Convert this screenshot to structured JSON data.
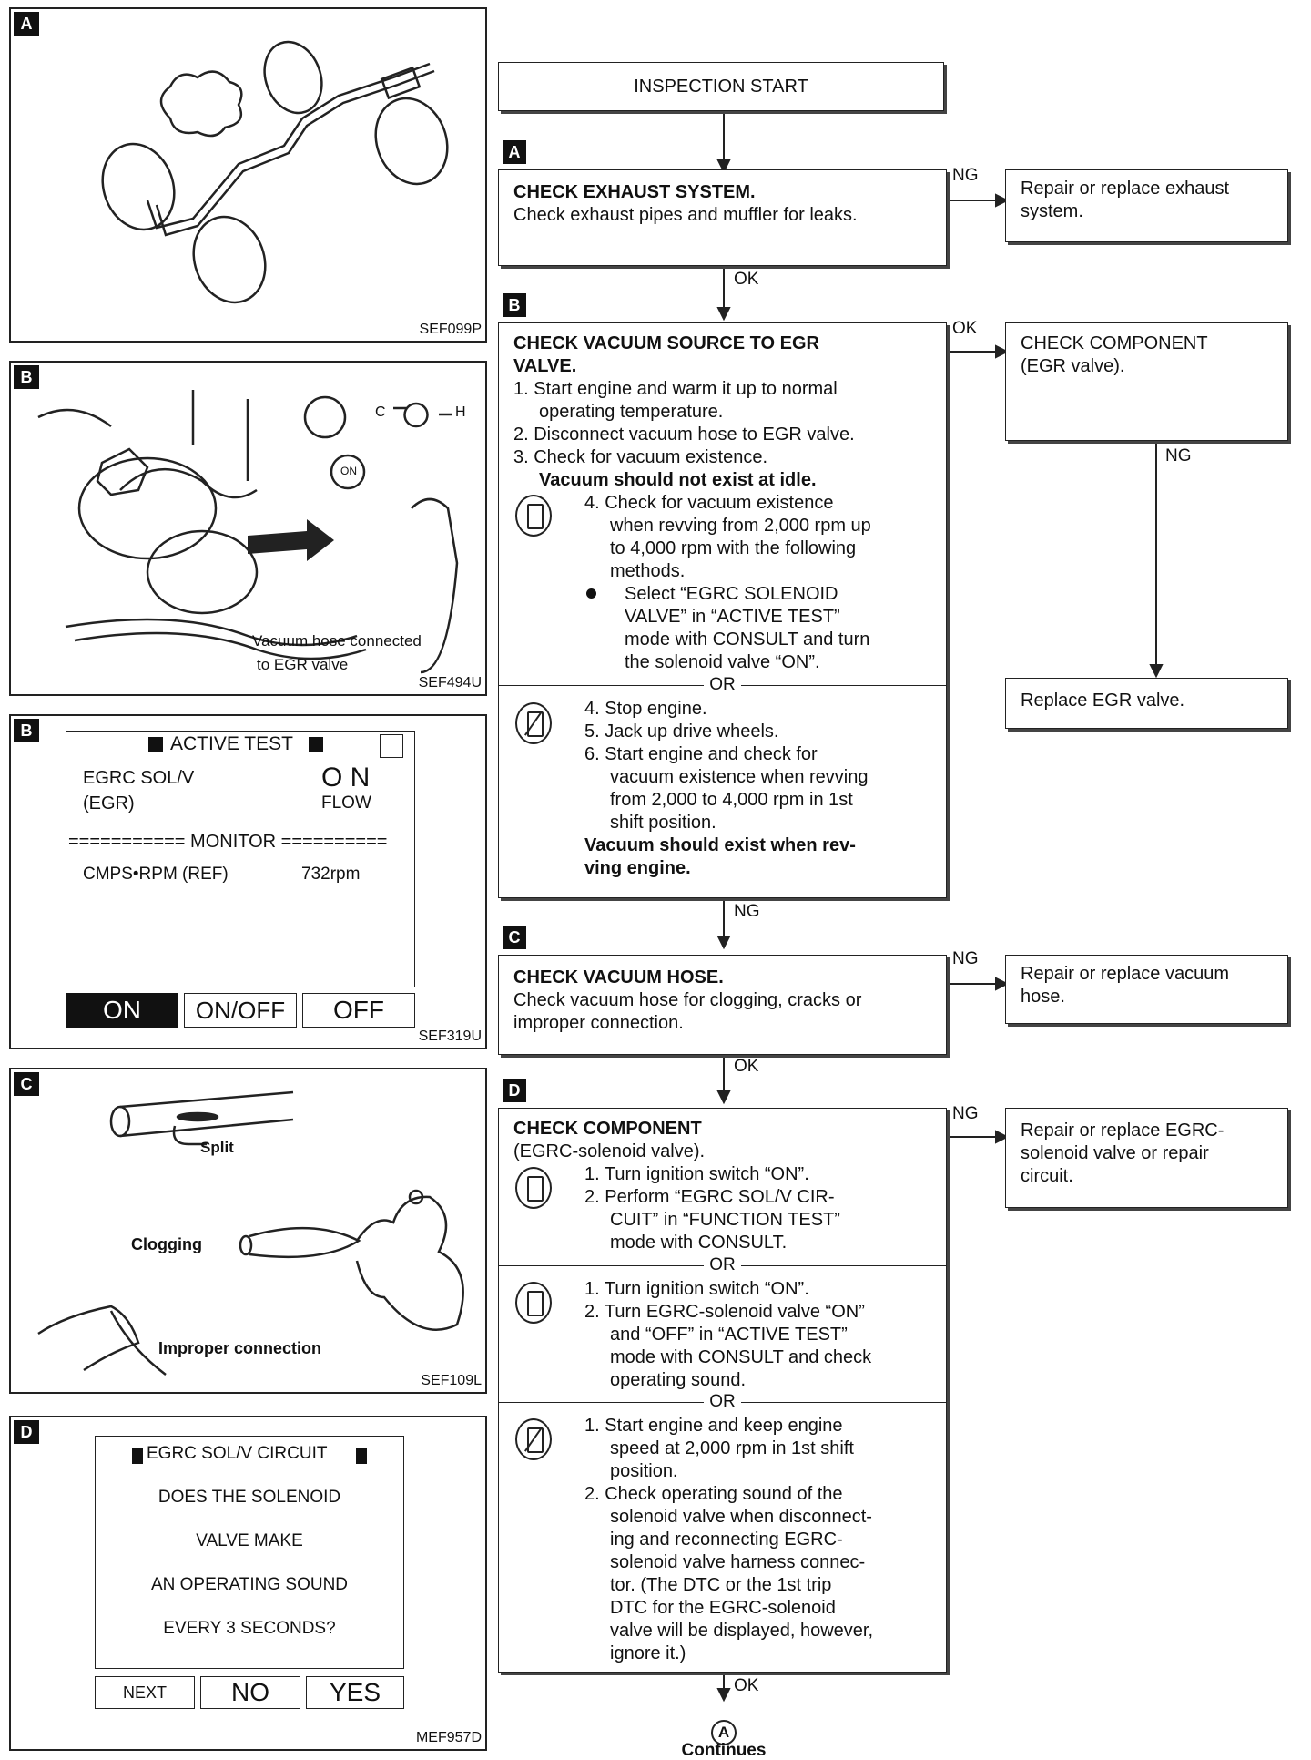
{
  "figures": {
    "a": {
      "tag": "A",
      "code": "SEF099P"
    },
    "b1": {
      "tag": "B",
      "code": "SEF494U",
      "caption_line1": "Vacuum hose connected",
      "caption_line2": "to EGR valve",
      "gauge_c": "C",
      "gauge_h": "H",
      "on_label": "ON"
    },
    "b2": {
      "tag": "B",
      "code": "SEF319U",
      "screen_title": "ACTIVE TEST",
      "item_name": "EGRC SOL/V",
      "item_sub": "(EGR)",
      "item_value": "O N",
      "item_value_sub": "FLOW",
      "monitor": "=========== MONITOR ==========",
      "mon_name": "CMPS•RPM (REF)",
      "mon_value": "732rpm",
      "btn_on": "ON",
      "btn_onoff": "ON/OFF",
      "btn_off": "OFF"
    },
    "c": {
      "tag": "C",
      "code": "SEF109L",
      "split": "Split",
      "clogging": "Clogging",
      "improper": "Improper connection"
    },
    "d": {
      "tag": "D",
      "code": "MEF957D",
      "screen_title": "EGRC SOL/V CIRCUIT",
      "line1": "DOES THE SOLENOID",
      "line2": "VALVE MAKE",
      "line3": "AN OPERATING SOUND",
      "line4": "EVERY 3 SECONDS?",
      "btn_next": "NEXT",
      "btn_no": "NO",
      "btn_yes": "YES"
    }
  },
  "flow": {
    "start": "INSPECTION START",
    "stepA": {
      "tag": "A",
      "title": "CHECK EXHAUST SYSTEM.",
      "body": "Check exhaust pipes and muffler for leaks."
    },
    "stepA_ng": "NG",
    "stepA_ok": "OK",
    "repairA": "Repair or replace exhaust system.",
    "stepB": {
      "tag": "B",
      "title_1": "CHECK VACUUM SOURCE TO EGR",
      "title_2": "VALVE.",
      "s1a": "1. Start engine and warm it up to normal",
      "s1b": "operating temperature.",
      "s2": "2. Disconnect vacuum hose to EGR valve.",
      "s3": "3. Check for vacuum existence.",
      "s3b": "Vacuum should not exist at idle.",
      "s4a": "4. Check for vacuum existence",
      "s4b": "when revving from 2,000 rpm up",
      "s4c": "to 4,000 rpm with the following",
      "s4d": "methods.",
      "bullet_a": "Select “EGRC SOLENOID",
      "bullet_b": "VALVE” in “ACTIVE TEST”",
      "bullet_c": "mode with CONSULT and turn",
      "bullet_d": "the solenoid valve “ON”.",
      "or": "OR",
      "t4": "4. Stop engine.",
      "t5": "5. Jack up drive wheels.",
      "t6a": "6. Start engine and check for",
      "t6b": "vacuum existence when revving",
      "t6c": "from 2,000 to 4,000 rpm in 1st",
      "t6d": "shift position.",
      "t7a": "Vacuum should exist when rev-",
      "t7b": "ving engine."
    },
    "stepB_ok_right": "OK",
    "stepB_ng_down": "NG",
    "checkComp": "CHECK COMPONENT (EGR valve).",
    "checkComp_ng": "NG",
    "replaceEGR": "Replace EGR valve.",
    "stepC": {
      "tag": "C",
      "title": "CHECK VACUUM HOSE.",
      "body": "Check vacuum hose for clogging, cracks or improper connection."
    },
    "stepC_ng": "NG",
    "stepC_ok": "OK",
    "repairC": "Repair or replace vacuum hose.",
    "stepD": {
      "tag": "D",
      "title": "CHECK COMPONENT",
      "sub": "(EGRC-solenoid valve).",
      "a1": "1. Turn ignition switch “ON”.",
      "a2a": "2. Perform “EGRC SOL/V CIR-",
      "a2b": "CUIT” in “FUNCTION TEST”",
      "a2c": "mode with CONSULT.",
      "or1": "OR",
      "b1": "1. Turn ignition switch “ON”.",
      "b2a": "2. Turn EGRC-solenoid valve “ON”",
      "b2b": "and “OFF” in “ACTIVE TEST”",
      "b2c": "mode with CONSULT and check",
      "b2d": "operating sound.",
      "or2": "OR",
      "c1a": "1. Start engine and keep engine",
      "c1b": "speed at 2,000 rpm in 1st shift",
      "c1c": "position.",
      "c2a": "2. Check operating sound of the",
      "c2b": "solenoid valve when disconnect-",
      "c2c": "ing and reconnecting EGRC-",
      "c2d": "solenoid valve harness connec-",
      "c2e": "tor. (The DTC or the 1st trip",
      "c2f": "DTC for the EGRC-solenoid",
      "c2g": "valve will be displayed, however,",
      "c2h": "ignore it.)"
    },
    "stepD_ng": "NG",
    "stepD_ok": "OK",
    "repairD": "Repair or replace EGRC-solenoid valve or repair circuit.",
    "continue_symbol": "A",
    "continues": "Continues"
  }
}
